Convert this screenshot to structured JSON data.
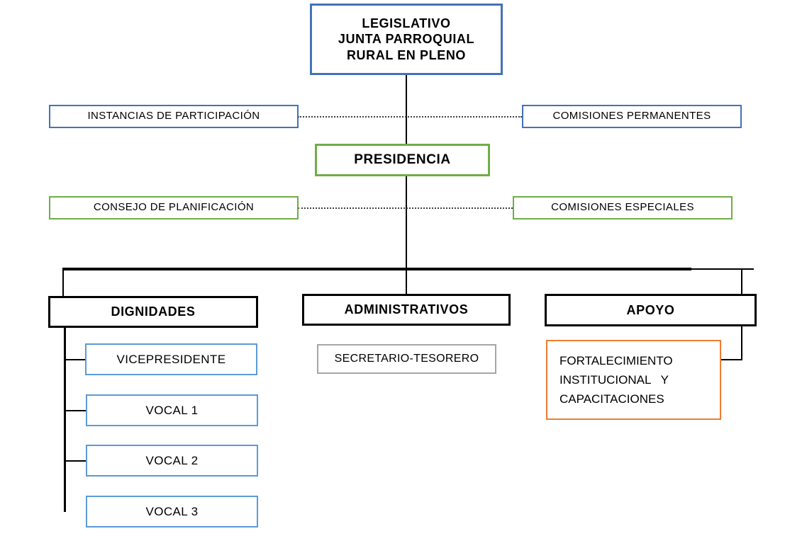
{
  "diagram": {
    "title": "Organigrama Junta Parroquial Rural",
    "colors": {
      "blue_dark": "#4472B8",
      "blue_light": "#5B9BD5",
      "green": "#70AD47",
      "orange": "#ED7D31",
      "gray": "#A6A6A6",
      "black": "#000000"
    },
    "nodes": {
      "legislativo": {
        "line1": "LEGISLATIVO",
        "line2": "JUNTA PARROQUIAL",
        "line3": "RURAL EN PLENO"
      },
      "instancias_participacion": {
        "label": "INSTANCIAS DE PARTICIPACIÓN"
      },
      "comisiones_permanentes": {
        "label": "COMISIONES PERMANENTES"
      },
      "presidencia": {
        "label": "PRESIDENCIA"
      },
      "consejo_planificacion": {
        "label": "CONSEJO DE PLANIFICACIÓN"
      },
      "comisiones_especiales": {
        "label": "COMISIONES ESPECIALES"
      },
      "dignidades": {
        "label": "DIGNIDADES"
      },
      "administrativos": {
        "label": "ADMINISTRATIVOS"
      },
      "apoyo": {
        "label": "APOYO"
      },
      "vicepresidente": {
        "label": "VICEPRESIDENTE"
      },
      "vocal1": {
        "label": "VOCAL 1"
      },
      "vocal2": {
        "label": "VOCAL 2"
      },
      "vocal3": {
        "label": "VOCAL 3"
      },
      "secretario_tesorero": {
        "label": "SECRETARIO-TESORERO"
      },
      "fortalecimiento": {
        "line1": "FORTALECIMIENTO",
        "line2": "INSTITUCIONAL   Y",
        "line3": "CAPACITACIONES"
      }
    }
  }
}
